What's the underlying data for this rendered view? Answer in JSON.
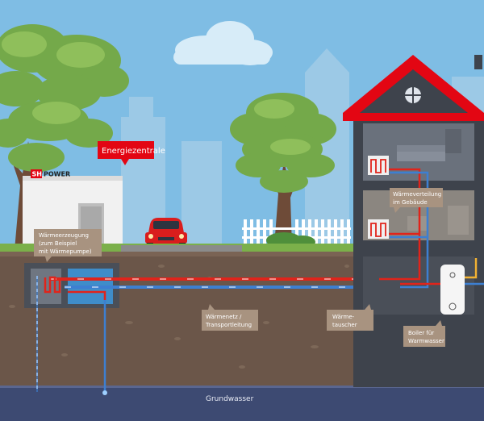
{
  "brand": {
    "prefix": "SH",
    "suffix": "POWER"
  },
  "labels": {
    "energiezentrale": "Energiezentrale",
    "erzeugung_1": "Wärmeerzeugung",
    "erzeugung_2": "(zum Beispiel",
    "erzeugung_3": "mit Wärmepumpe)",
    "verteilung_1": "Wärmeverteilung",
    "verteilung_2": "im Gebäude",
    "netz_1": "Wärmenetz /",
    "netz_2": "Transportleitung",
    "tauscher_1": "Wärme-",
    "tauscher_2": "tauscher",
    "boiler_1": "Boiler für",
    "boiler_2": "Warmwasser",
    "grundwasser": "Grundwasser"
  },
  "colors": {
    "sky": "#7fbde4",
    "soil": "#6b5649",
    "groundwater": "#3d4a72",
    "roof": "#e30613",
    "house": "#3e434c",
    "hot_pipe": "#e0241b",
    "cold_pipe": "#3d7fd1",
    "label_box": "#a89380"
  }
}
